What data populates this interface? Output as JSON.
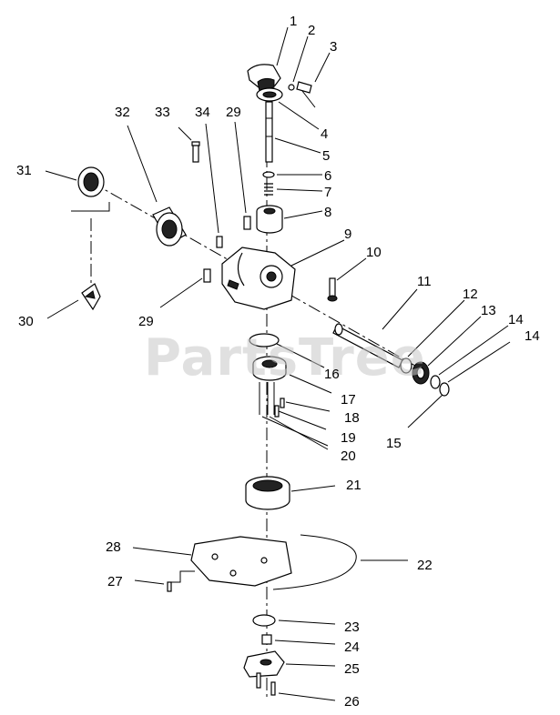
{
  "watermark": "PartsTree",
  "callouts": [
    {
      "id": "c1",
      "label": "1"
    },
    {
      "id": "c2",
      "label": "2"
    },
    {
      "id": "c3",
      "label": "3"
    },
    {
      "id": "c4",
      "label": "4"
    },
    {
      "id": "c5",
      "label": "5"
    },
    {
      "id": "c6",
      "label": "6"
    },
    {
      "id": "c7",
      "label": "7"
    },
    {
      "id": "c8",
      "label": "8"
    },
    {
      "id": "c9",
      "label": "9"
    },
    {
      "id": "c10",
      "label": "10"
    },
    {
      "id": "c11",
      "label": "11"
    },
    {
      "id": "c12",
      "label": "12"
    },
    {
      "id": "c13",
      "label": "13"
    },
    {
      "id": "c14a",
      "label": "14"
    },
    {
      "id": "c14b",
      "label": "14"
    },
    {
      "id": "c15",
      "label": "15"
    },
    {
      "id": "c16",
      "label": "16"
    },
    {
      "id": "c17",
      "label": "17"
    },
    {
      "id": "c18",
      "label": "18"
    },
    {
      "id": "c19",
      "label": "19"
    },
    {
      "id": "c20",
      "label": "20"
    },
    {
      "id": "c21",
      "label": "21"
    },
    {
      "id": "c22",
      "label": "22"
    },
    {
      "id": "c23",
      "label": "23"
    },
    {
      "id": "c24",
      "label": "24"
    },
    {
      "id": "c25",
      "label": "25"
    },
    {
      "id": "c26",
      "label": "26"
    },
    {
      "id": "c27",
      "label": "27"
    },
    {
      "id": "c28",
      "label": "28"
    },
    {
      "id": "c29a",
      "label": "29"
    },
    {
      "id": "c29b",
      "label": "29"
    },
    {
      "id": "c30",
      "label": "30"
    },
    {
      "id": "c31",
      "label": "31"
    },
    {
      "id": "c32",
      "label": "32"
    },
    {
      "id": "c33",
      "label": "33"
    },
    {
      "id": "c34",
      "label": "34"
    }
  ]
}
